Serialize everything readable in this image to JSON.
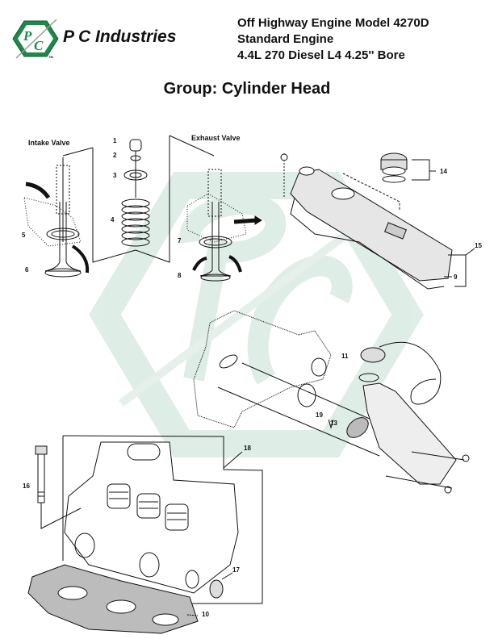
{
  "header": {
    "brand": "P C Industries",
    "logo_letters": "PC",
    "trademark": "TM",
    "title_lines": [
      "Off Highway Engine Model 4270D",
      "Standard Engine",
      "4.4L 270 Diesel L4 4.25'' Bore"
    ]
  },
  "group_title": "Group: Cylinder Head",
  "colors": {
    "brand_green": "#1e8a4a",
    "watermark": "#d8ebe3",
    "ink": "#111111"
  },
  "diagram": {
    "sections": {
      "intake": "Intake Valve",
      "exhaust": "Exhaust Valve"
    },
    "callouts": [
      "1",
      "2",
      "3",
      "4",
      "5",
      "6",
      "7",
      "8",
      "9",
      "10",
      "11",
      "13",
      "14",
      "15",
      "16",
      "17",
      "18",
      "19"
    ]
  }
}
